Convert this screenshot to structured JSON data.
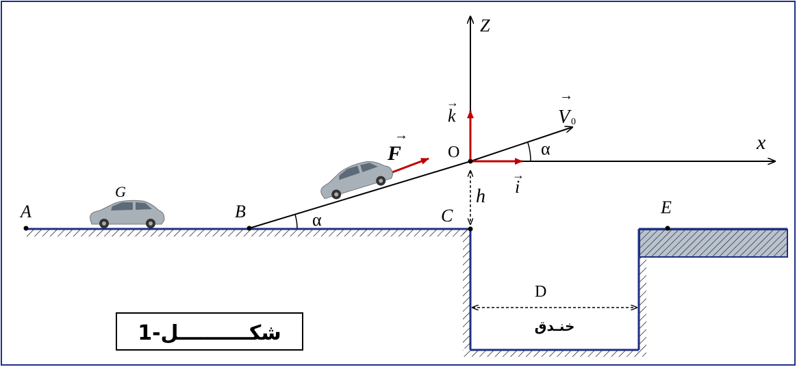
{
  "labels": {
    "A": "A",
    "B": "B",
    "C": "C",
    "E": "E",
    "G": "G",
    "O": "O",
    "h": "h",
    "D": "D",
    "x": "x",
    "Z": "Z",
    "alpha": "α",
    "F": "F",
    "V0": "V",
    "V0_sub": "0",
    "k": "k",
    "i": "i",
    "vec_arrow": "→"
  },
  "trench_label": "خنـدق",
  "caption": "شكــــــــــل-1",
  "colors": {
    "frame": "#1f2f86",
    "ground_line": "#1f2f86",
    "vector_red": "#c00000",
    "car_body": "#a9b1b8",
    "hatch_fill": "#b9c3d0"
  }
}
